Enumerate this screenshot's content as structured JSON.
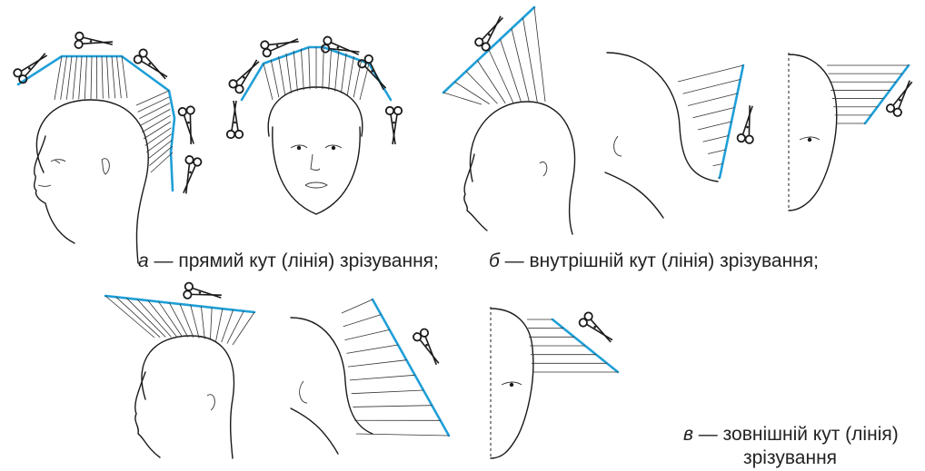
{
  "captions": {
    "a": {
      "letter": "а",
      "text": " — прямий кут (лінія) зрізування;"
    },
    "b": {
      "letter": "б",
      "text": " — внутрішній кут (лінія) зрізування;"
    },
    "c": {
      "letter": "в",
      "text": " — зовнішній кут (лінія)",
      "text2": "зрізування"
    }
  },
  "colors": {
    "cut_line": "#1f9fd8",
    "outline": "#1a1a1a"
  },
  "icons": [
    "scissors-icon"
  ]
}
